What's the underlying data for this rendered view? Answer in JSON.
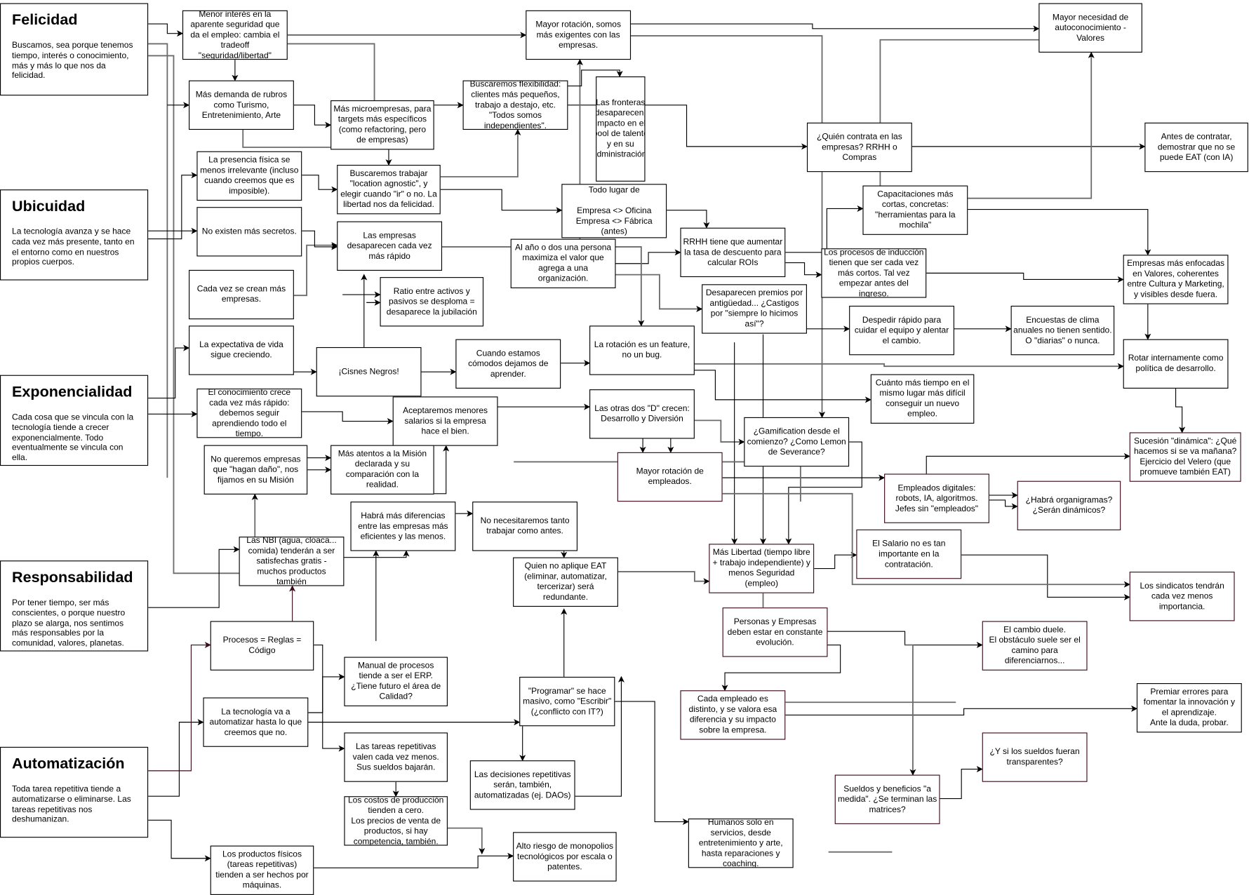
{
  "categories": [
    {
      "title": "Felicidad",
      "body": "Buscamos, sea porque tenemos tiempo, interés o conocimiento, más y más lo que nos da felicidad."
    },
    {
      "title": "Ubicuidad",
      "body": "La tecnología avanza y se hace cada vez más presente, tanto en el entorno como en nuestros propios cuerpos."
    },
    {
      "title": "Exponencialidad",
      "body": "Cada cosa que se vincula con la tecnología tiende a crecer exponencialmente. Todo eventualmente se vincula con ella."
    },
    {
      "title": "Responsabilidad",
      "body": "Por tener tiempo, ser más conscientes, o porque nuestro plazo se alarga, nos sentimos más responsables por la comunidad, valores, planetas."
    },
    {
      "title": "Automatización",
      "body": "Toda tarea repetitiva tiende a automatizarse o eliminarse. Las tareas repetitivas nos deshumanizan."
    }
  ],
  "boxes": [
    {
      "text": "Menor interés en la aparente seguridad que da el empleo: cambia el tradeoff \"seguridad/libertad\""
    },
    {
      "text": "Mayor rotación, somos más exigentes con las empresas."
    },
    {
      "text": "Mayor necesidad de autoconocimiento - Valores"
    },
    {
      "text": "Más demanda de rubros como Turismo, Entretenimiento, Arte"
    },
    {
      "text": "Más microempresas, para targets más específicos (como refactoring, pero de empresas)"
    },
    {
      "text": "Buscaremos flexibilidad: clientes más pequeños, trabajo a destajo, etc. \"Todos somos independientes\"."
    },
    {
      "text": "Todo lugar de\n\nEmpresa <> Oficina\nEmpresa <> Fábrica (antes)"
    },
    {
      "text": "Las fronteras desaparecen, impacto en el pool de talento y en su administración."
    },
    {
      "text": "¿Quién contrata en las empresas? RRHH o Compras"
    },
    {
      "text": "Antes de contratar, demostrar que no se puede EAT (con IA)"
    },
    {
      "text": "La presencia física se menos irrelevante (incluso cuando creemos que es imposible)."
    },
    {
      "text": "Buscaremos trabajar \"location agnostic\", y elegir cuando \"ir\" o no. La libertad nos da felicidad."
    },
    {
      "text": "Capacitaciones más cortas, concretas: \"herramientas para la mochila\""
    },
    {
      "text": "No existen más secretos."
    },
    {
      "text": "Las empresas desaparecen cada vez más rápido"
    },
    {
      "text": "Al año o dos una persona maximiza el valor que agrega a una organización."
    },
    {
      "text": "RRHH tiene que aumentar la tasa de descuento para calcular ROIs"
    },
    {
      "text": "Los procesos de inducción tienen que ser cada vez más cortos. Tal vez empezar antes del ingreso."
    },
    {
      "text": "Empresas más enfocadas en Valores, coherentes entre Cultura y Marketing, y visibles desde fuera."
    },
    {
      "text": "Cada vez se crean más empresas."
    },
    {
      "text": "Ratio entre activos y pasivos se desploma = desaparece la jubilación"
    },
    {
      "text": "Desaparecen premios por antigüedad... ¿Castigos por \"siempre lo hicimos así\"?"
    },
    {
      "text": "Despedir rápido para cuidar el equipo y alentar el cambio."
    },
    {
      "text": "Encuestas de clima anuales no tienen sentido. O \"diarias\" o nunca."
    },
    {
      "text": "La expectativa de vida sigue creciendo."
    },
    {
      "text": "¡Cisnes Negros!"
    },
    {
      "text": "Cuando estamos cómodos dejamos de aprender."
    },
    {
      "text": "La rotación es un feature, no un bug."
    },
    {
      "text": "Rotar internamente como política de desarrollo."
    },
    {
      "text": "Cuánto más tiempo en el mismo lugar más difícil conseguir un nuevo empleo."
    },
    {
      "text": "El conocimiento crece cada vez más rápido: debemos seguir aprendiendo todo el tiempo."
    },
    {
      "text": "Aceptaremos menores salarios si la empresa hace el bien."
    },
    {
      "text": "Las otras dos \"D\" crecen: Desarrollo y Diversión"
    },
    {
      "text": "¿Gamification desde el comienzo? ¿Como Lemon de Severance?"
    },
    {
      "text": "Sucesión \"dinámica\": ¿Qué hacemos si se va mañana? Ejercicio del Velero (que promueve también EAT)"
    },
    {
      "text": "No queremos empresas que \"hagan daño\", nos fijamos en su Misión"
    },
    {
      "text": "Más atentos a la Misión declarada y su comparación con la realidad."
    },
    {
      "text": "Mayor rotación de empleados."
    },
    {
      "text": "Empleados digitales: robots, IA, algoritmos. Jefes sin \"empleados\""
    },
    {
      "text": "¿Habrá organigramas? ¿Serán dinámicos?"
    },
    {
      "text": "Habrá más diferencias entre las empresas más eficientes y las menos."
    },
    {
      "text": "No necesitaremos tanto trabajar como antes."
    },
    {
      "text": "Las NBI (agua, cloaca... comida) tenderán a ser satisfechas gratis - muchos productos también"
    },
    {
      "text": "Quien no aplique EAT (eliminar, automatizar, tercerizar) será redundante."
    },
    {
      "text": "Más Libertad (tiempo libre + trabajo independiente) y menos Seguridad (empleo)"
    },
    {
      "text": "El Salario no es tan importante en la contratación."
    },
    {
      "text": "Los sindicatos tendrán cada vez menos importancia."
    },
    {
      "text": "Procesos = Reglas = Código"
    },
    {
      "text": "Personas y Empresas deben estar en constante evolución."
    },
    {
      "text": "El cambio duele.\nEl obstáculo suele ser el camino para diferenciarnos..."
    },
    {
      "text": "Manual de procesos tiende a ser el ERP.\n¿Tiene futuro el área de Calidad?"
    },
    {
      "text": "\"Programar\" se hace masivo, como \"Escribir\" (¿conflicto con IT?)"
    },
    {
      "text": "Cada empleado es distinto, y se valora esa diferencia y su impacto sobre la empresa."
    },
    {
      "text": "Premiar errores para fomentar la innovación y el aprendizaje.\nAnte la duda, probar."
    },
    {
      "text": "La tecnología va a automatizar hasta lo que creemos que no."
    },
    {
      "text": "Las tareas repetitivas valen cada vez menos. Sus sueldos bajarán."
    },
    {
      "text": "¿Y si los sueldos fueran transparentes?"
    },
    {
      "text": "Las decisiones repetitivas serán, también, automatizadas (ej. DAOs)"
    },
    {
      "text": "Sueldos y beneficios \"a medida\". ¿Se terminan las matrices?"
    },
    {
      "text": "Los costos de producción tienden a cero.\nLos precios de venta de productos, si hay competencia, también."
    },
    {
      "text": "Humanos solo en servicios, desde entretenimiento y arte, hasta reparaciones y coaching."
    },
    {
      "text": "Los productos físicos (tareas repetitivas) tienden a ser hechos por máquinas."
    },
    {
      "text": "Alto riesgo de monopolios tecnológicos por escala o patentes."
    }
  ]
}
